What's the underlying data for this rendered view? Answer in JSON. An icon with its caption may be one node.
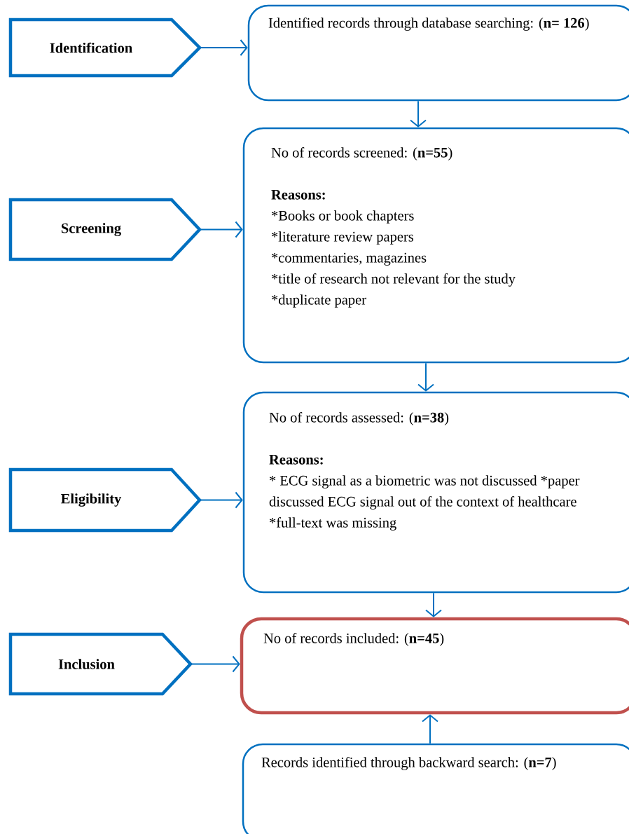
{
  "diagram": {
    "nodes": [
      {
        "text": [
          "Identification"
        ]
      },
      {
        "text": [
          "Identified records through database searching: (**n= 126**)"
        ]
      },
      {
        "text": [
          "Screening"
        ]
      },
      {
        "text": [
          "No of records screened: (**n=55**)",
          "Reasons:",
          "*Books or book chapters",
          "*literature review papers",
          "*commentaries, magazines",
          "*title of research not relevant for the study",
          "*duplicate paper"
        ]
      },
      {
        "text": [
          "Eligibility"
        ]
      },
      {
        "text": [
          "No of records assessed: (**n=38**)",
          "Reasons:",
          "* ECG signal as a biometric was not discussed",
          "*paper discussed ECG signal out of the context of healthcare",
          "*full-text was missing"
        ]
      },
      {
        "text": [
          "Inclusion"
        ]
      },
      {
        "text": [
          "No of records included: (**n=45**)"
        ]
      },
      {
        "text": [
          "Records identified through backward search: (**n=7**)"
        ]
      }
    ],
    "edges": [
      {
        "from": 0,
        "to": 1,
        "arrow": "to"
      },
      {
        "from": 1,
        "to": 3,
        "arrow": "to"
      },
      {
        "from": 2,
        "to": 3,
        "arrow": "to"
      },
      {
        "from": 3,
        "to": 5,
        "arrow": "to"
      },
      {
        "from": 4,
        "to": 5,
        "arrow": "to"
      },
      {
        "from": 5,
        "to": 7,
        "arrow": "to"
      },
      {
        "from": 6,
        "to": 7,
        "arrow": "to"
      },
      {
        "from": 8,
        "to": 7,
        "arrow": "to"
      }
    ]
  }
}
